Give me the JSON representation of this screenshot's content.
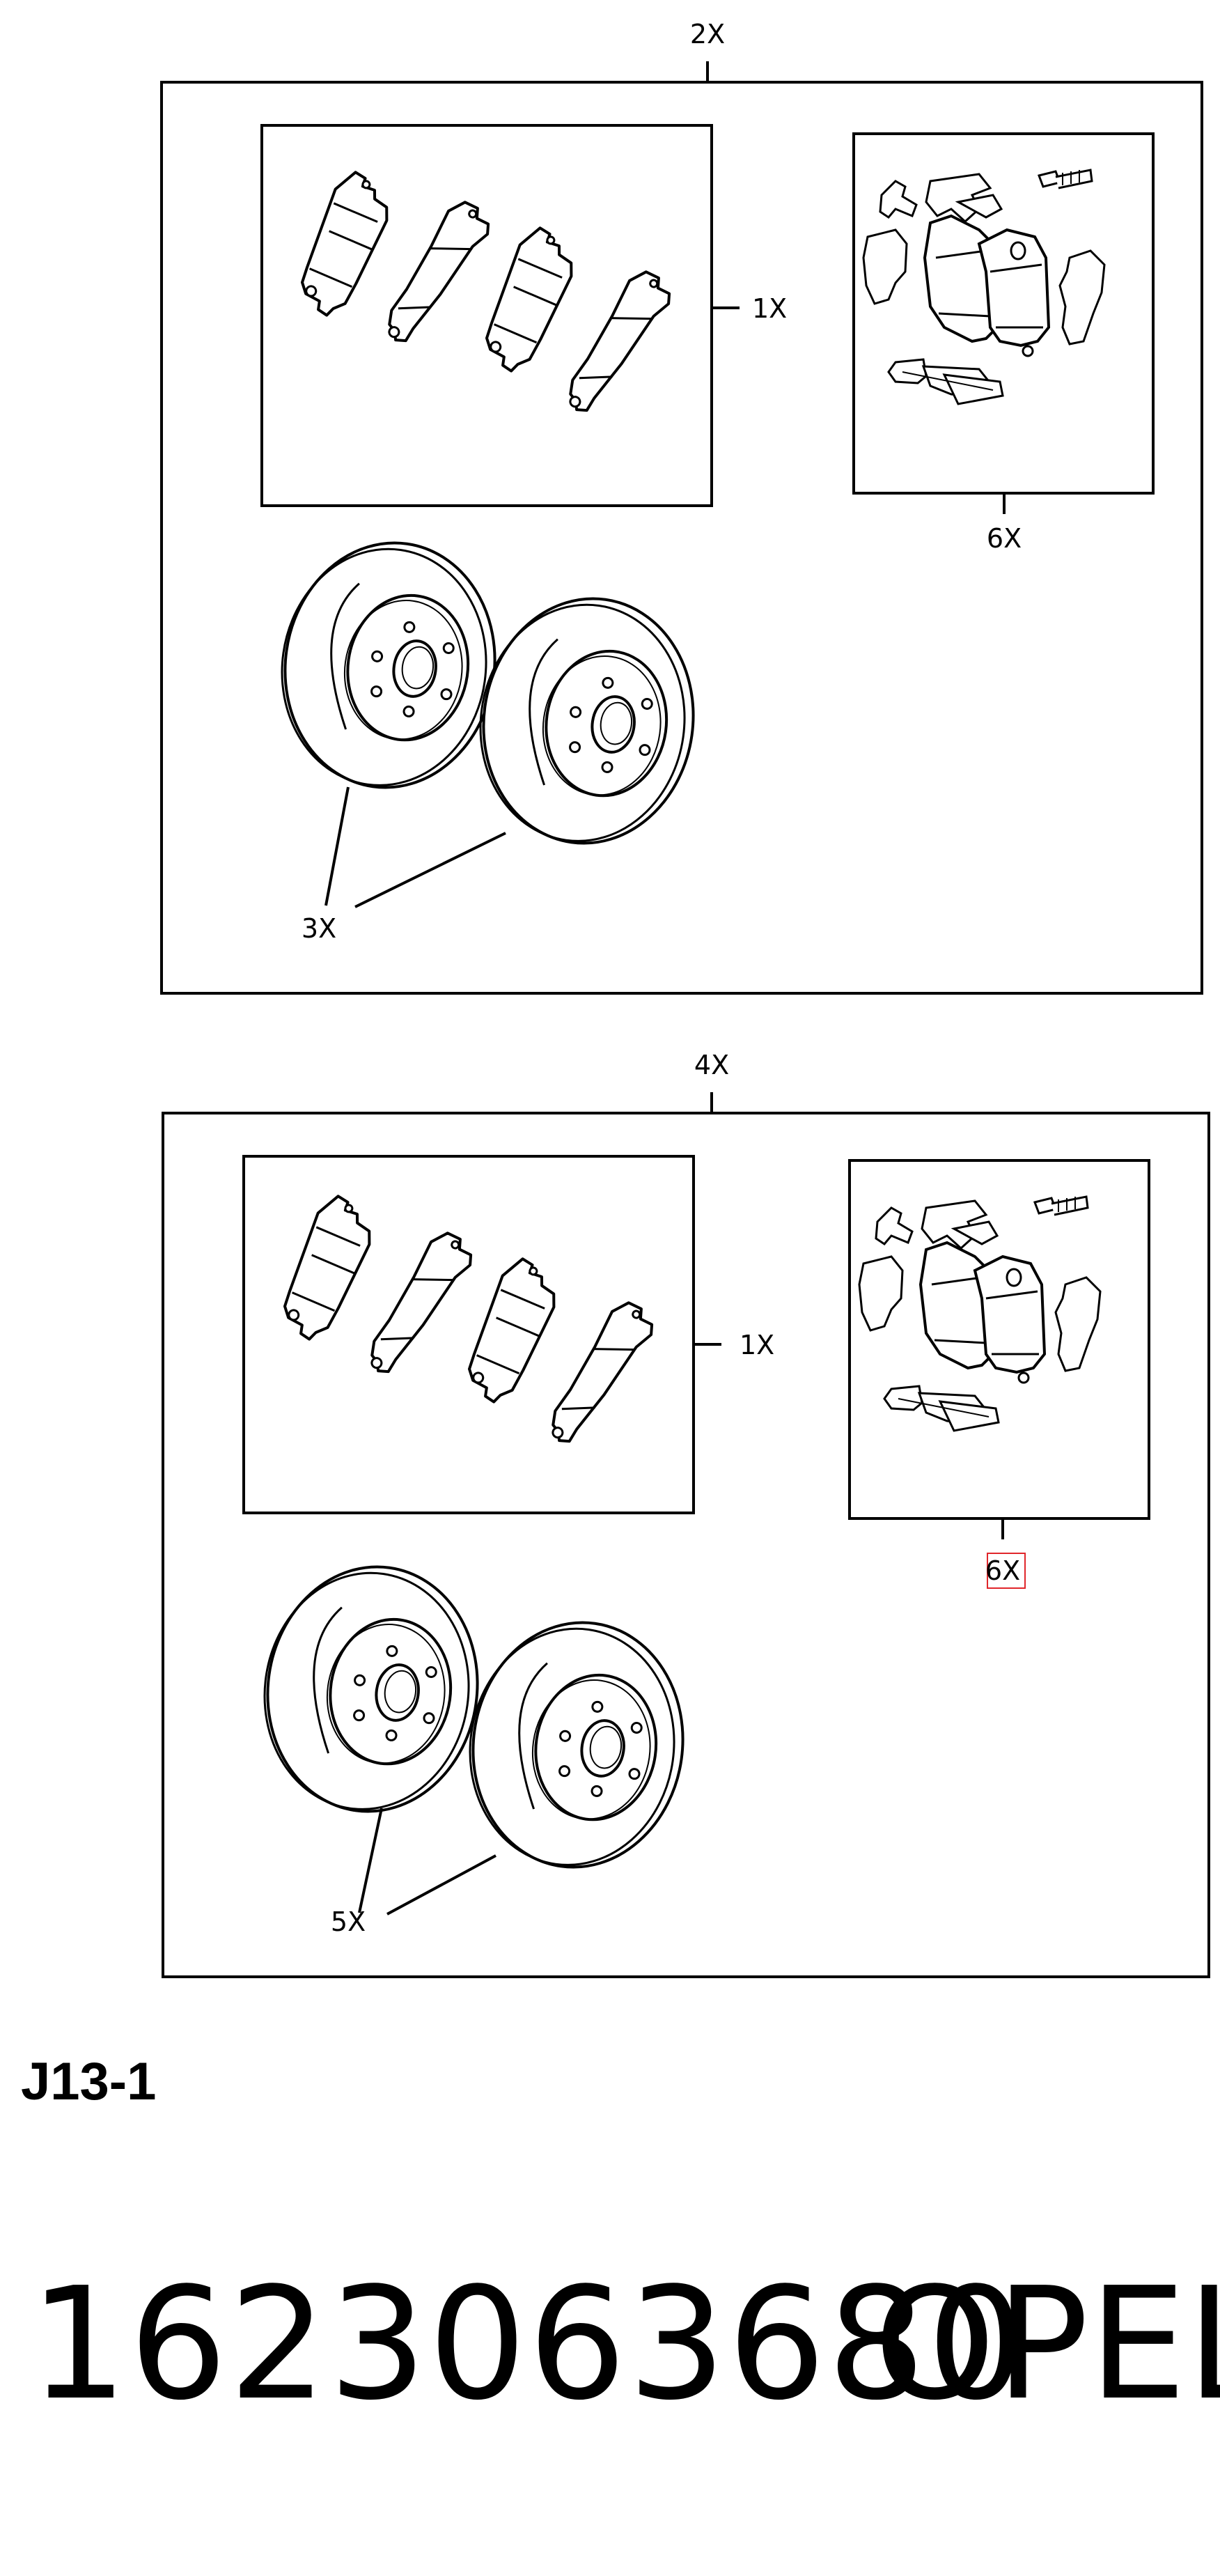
{
  "kits": [
    {
      "kit_qty": "2X",
      "pads_qty": "1X",
      "hardware_qty": "6X",
      "discs_qty": "3X"
    },
    {
      "kit_qty": "4X",
      "pads_qty": "1X",
      "hardware_qty": "6X",
      "discs_qty": "5X"
    }
  ],
  "highlight_color": "#e0262b",
  "figure_code": "J13-1",
  "part_number": "1623063680",
  "brand": "OPEL"
}
